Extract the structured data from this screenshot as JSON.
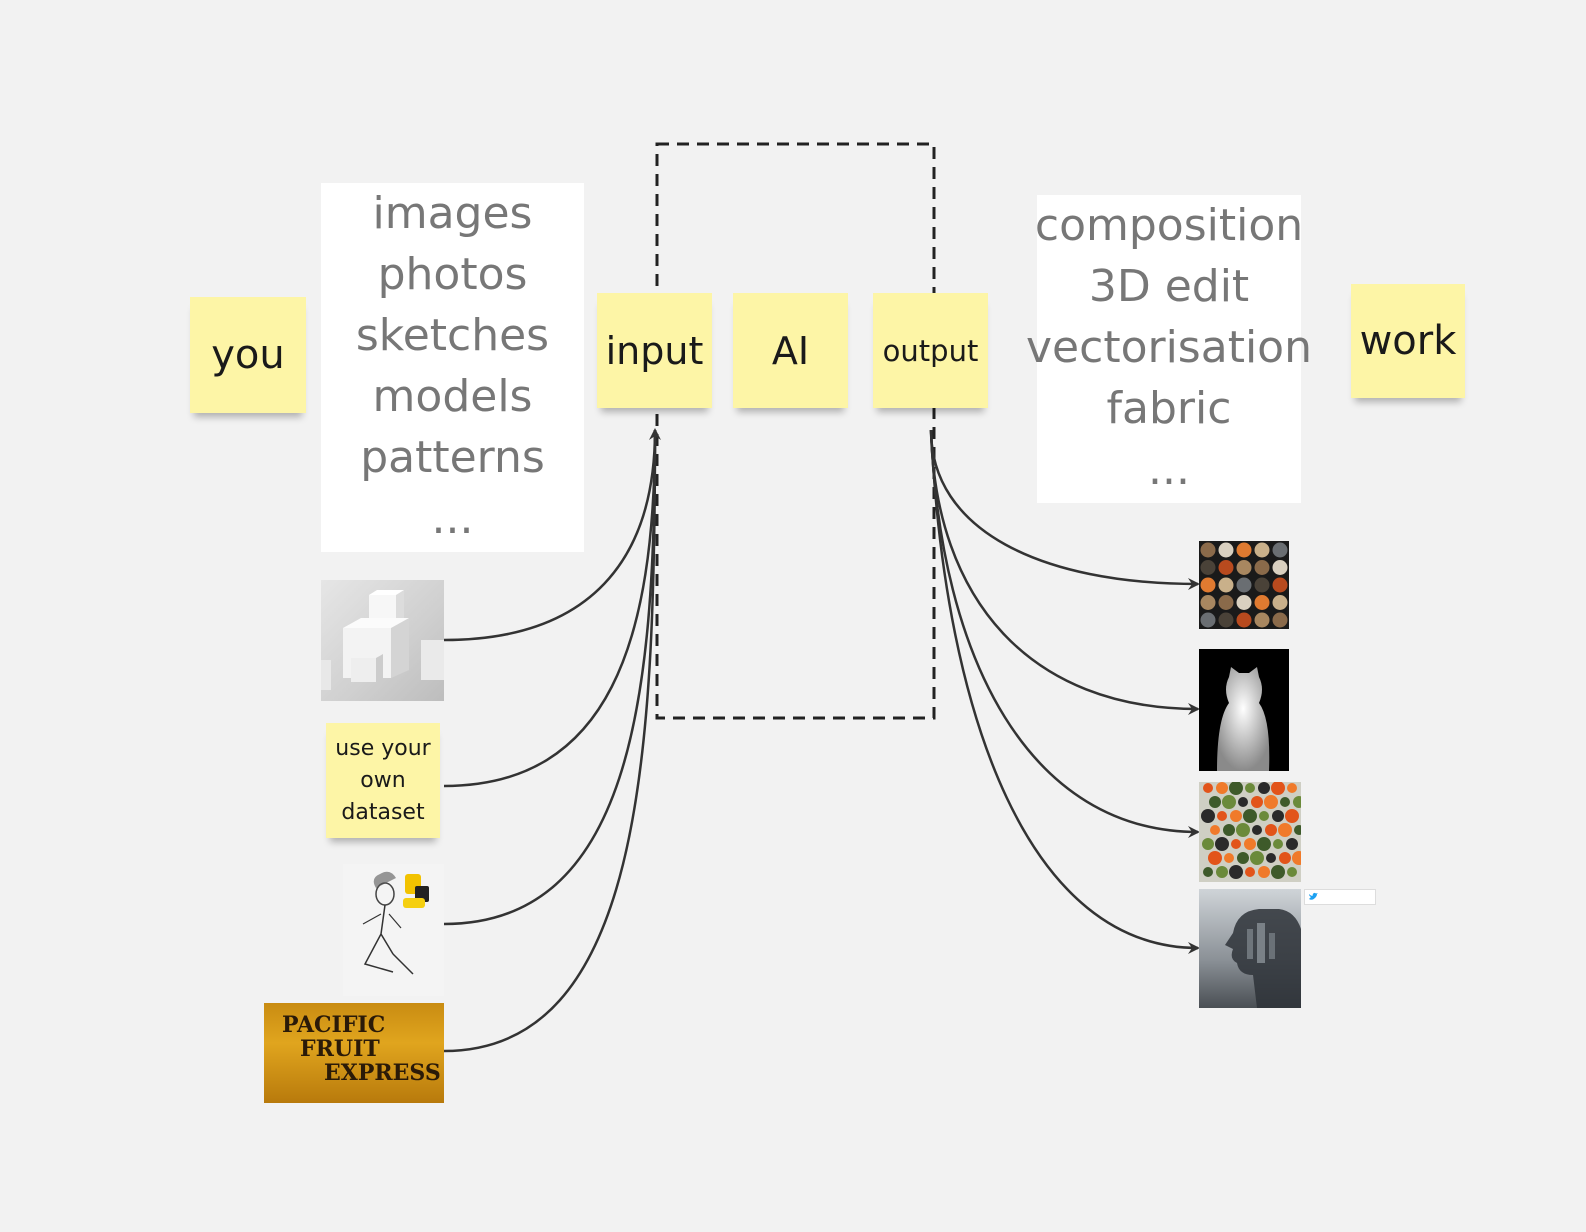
{
  "stickies": {
    "you": "you",
    "input": "input",
    "ai": "AI",
    "output": "output",
    "work": "work",
    "dataset": [
      "use your",
      "own",
      "dataset"
    ]
  },
  "input_types": [
    "images",
    "photos",
    "sketches",
    "models",
    "patterns",
    "..."
  ],
  "output_types": [
    "composition",
    "3D edit",
    "vectorisation",
    "fabric",
    "..."
  ],
  "colors": {
    "background": "#f2f2f2",
    "sticky": "#fdf5a6",
    "connector": "#333333",
    "list_text": "#777777"
  },
  "images": {
    "inputs": [
      "white-cubes-render",
      "fashion-sketch-photo",
      "pacific-fruit-express-sign"
    ],
    "outputs": [
      "material-spheres-grid",
      "depth-map-cat",
      "floral-fabric-pattern",
      "double-exposure-portrait"
    ]
  },
  "pacific_sign_text": [
    "PACIFIC",
    "FRUIT",
    "EXPRESS"
  ],
  "tweet_card_icon": "twitter-bird-icon"
}
